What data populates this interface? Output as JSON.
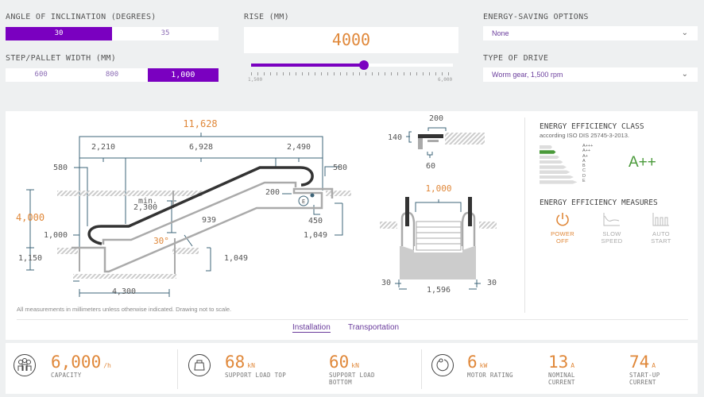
{
  "controls": {
    "angle": {
      "label": "ANGLE OF INCLINATION (DEGREES)",
      "options": [
        "30",
        "35"
      ],
      "selected": "30"
    },
    "width": {
      "label": "STEP/PALLET WIDTH (MM)",
      "options": [
        "600",
        "800",
        "1,000"
      ],
      "selected": "1,000"
    },
    "rise": {
      "label": "RISE (MM)",
      "value": "4000",
      "slider_min": "1,500",
      "slider_max": "6,000",
      "slider_fraction": 0.56
    },
    "energy_saving": {
      "label": "ENERGY-SAVING OPTIONS",
      "value": "None"
    },
    "drive": {
      "label": "TYPE OF DRIVE",
      "value": "Worm gear, 1,500 rpm"
    }
  },
  "drawing": {
    "total_length": "11,628",
    "seg_left": "2,210",
    "seg_mid": "6,928",
    "seg_right": "2,490",
    "top_left": "580",
    "top_right": "580",
    "rise": "4,000",
    "d1000": "1,000",
    "d1150": "1,150",
    "min_label": "min.",
    "min_val": "2,300",
    "d939": "939",
    "angle": "30°",
    "d200": "200",
    "e_label": "E",
    "d450": "450",
    "d1049a": "1,049",
    "d1049b": "1,049",
    "d4300": "4,300",
    "detail_200": "200",
    "detail_140": "140",
    "detail_60": "60",
    "front_width": "1,000",
    "front_30a": "30",
    "front_total": "1,596",
    "front_30b": "30",
    "note": "All measurements in millimeters unless otherwise indicated. Drawing not to scale."
  },
  "energy": {
    "title": "ENERGY EFFICIENCY CLASS",
    "subtitle": "according ISO DIS 25745-3-2013.",
    "classes": [
      "A+++",
      "A++",
      "A+",
      "A",
      "B",
      "C",
      "D",
      "E"
    ],
    "active": "A++",
    "value": "A++",
    "green": "#4a9a3a",
    "measures_title": "ENERGY EFFICIENCY MEASURES",
    "measures": [
      {
        "icon": "power-icon",
        "label": "POWER OFF",
        "active": true
      },
      {
        "icon": "slow-speed-icon",
        "label": "SLOW SPEED",
        "active": false
      },
      {
        "icon": "auto-start-icon",
        "label": "AUTO START",
        "active": false
      }
    ]
  },
  "tabs": [
    "Installation",
    "Transportation"
  ],
  "stats": {
    "capacity": {
      "value": "6,000",
      "unit": "/h",
      "label": "CAPACITY"
    },
    "load_top": {
      "value": "68",
      "unit": "kN",
      "label": "SUPPORT LOAD TOP"
    },
    "load_bottom": {
      "value": "60",
      "unit": "kN",
      "label": "SUPPORT LOAD BOTTOM"
    },
    "motor": {
      "value": "6",
      "unit": "kW",
      "label": "MOTOR RATING"
    },
    "nominal": {
      "value": "13",
      "unit": "A",
      "label": "NOMINAL CURRENT"
    },
    "startup": {
      "value": "74",
      "unit": "A",
      "label": "START-UP CURRENT"
    }
  },
  "colors": {
    "accent": "#7a00c0",
    "orange": "#e0883a",
    "bg": "#eef0f1"
  }
}
